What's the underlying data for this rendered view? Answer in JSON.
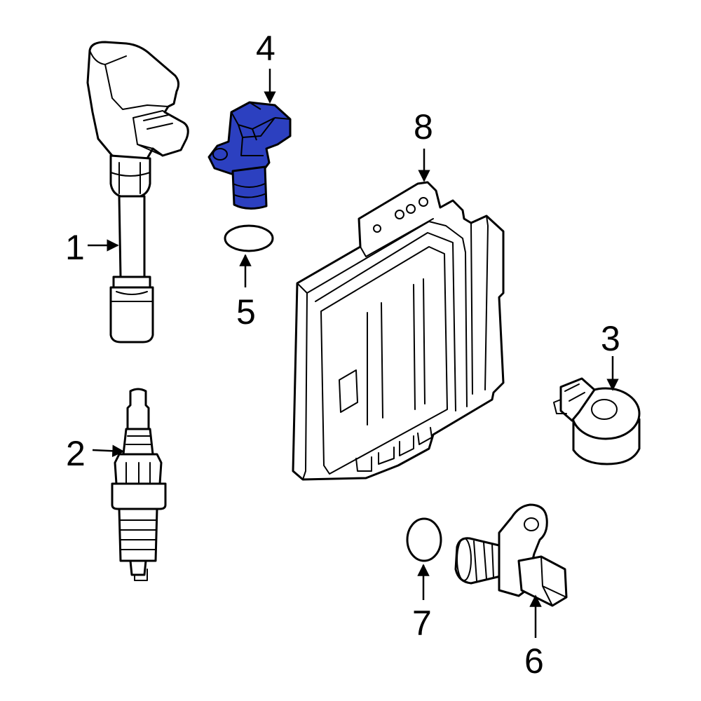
{
  "callouts": {
    "c1": "1",
    "c2": "2",
    "c3": "3",
    "c4": "4",
    "c5": "5",
    "c6": "6",
    "c7": "7",
    "c8": "8"
  },
  "colors": {
    "highlight": "#2c40c0",
    "line": "#000000",
    "background": "#ffffff"
  },
  "highlighted_part": "4"
}
